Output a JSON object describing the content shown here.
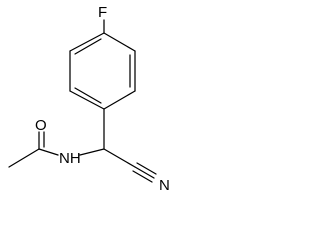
{
  "molecule": {
    "atom_labels": {
      "fluorine": "F",
      "oxygen": "O",
      "nitrogen_amide": "NH",
      "nitrogen_nitrile": "N"
    },
    "bond_color": "#000000",
    "label_color": "#000000",
    "background": "#ffffff"
  }
}
